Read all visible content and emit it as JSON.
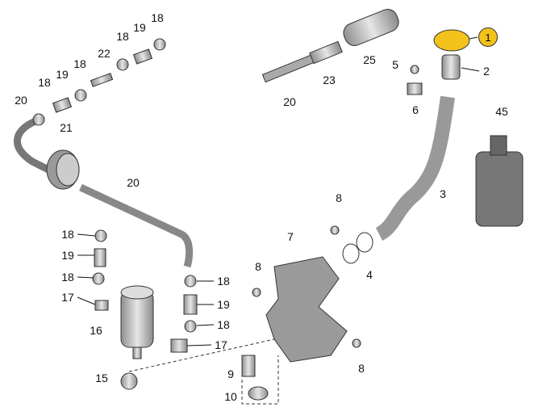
{
  "diagram": {
    "title_visible": false,
    "highlight_color": "#f3c21b",
    "part_color": "#b9b9b9",
    "callouts": [
      "18",
      "19",
      "18",
      "22",
      "18",
      "19",
      "18",
      "20",
      "21",
      "20",
      "25",
      "23",
      "20",
      "1",
      "5",
      "2",
      "6",
      "45",
      "3",
      "8",
      "7",
      "4",
      "8",
      "18",
      "19",
      "18",
      "17",
      "16",
      "15",
      "18",
      "19",
      "18",
      "17",
      "9",
      "10",
      "8"
    ]
  }
}
